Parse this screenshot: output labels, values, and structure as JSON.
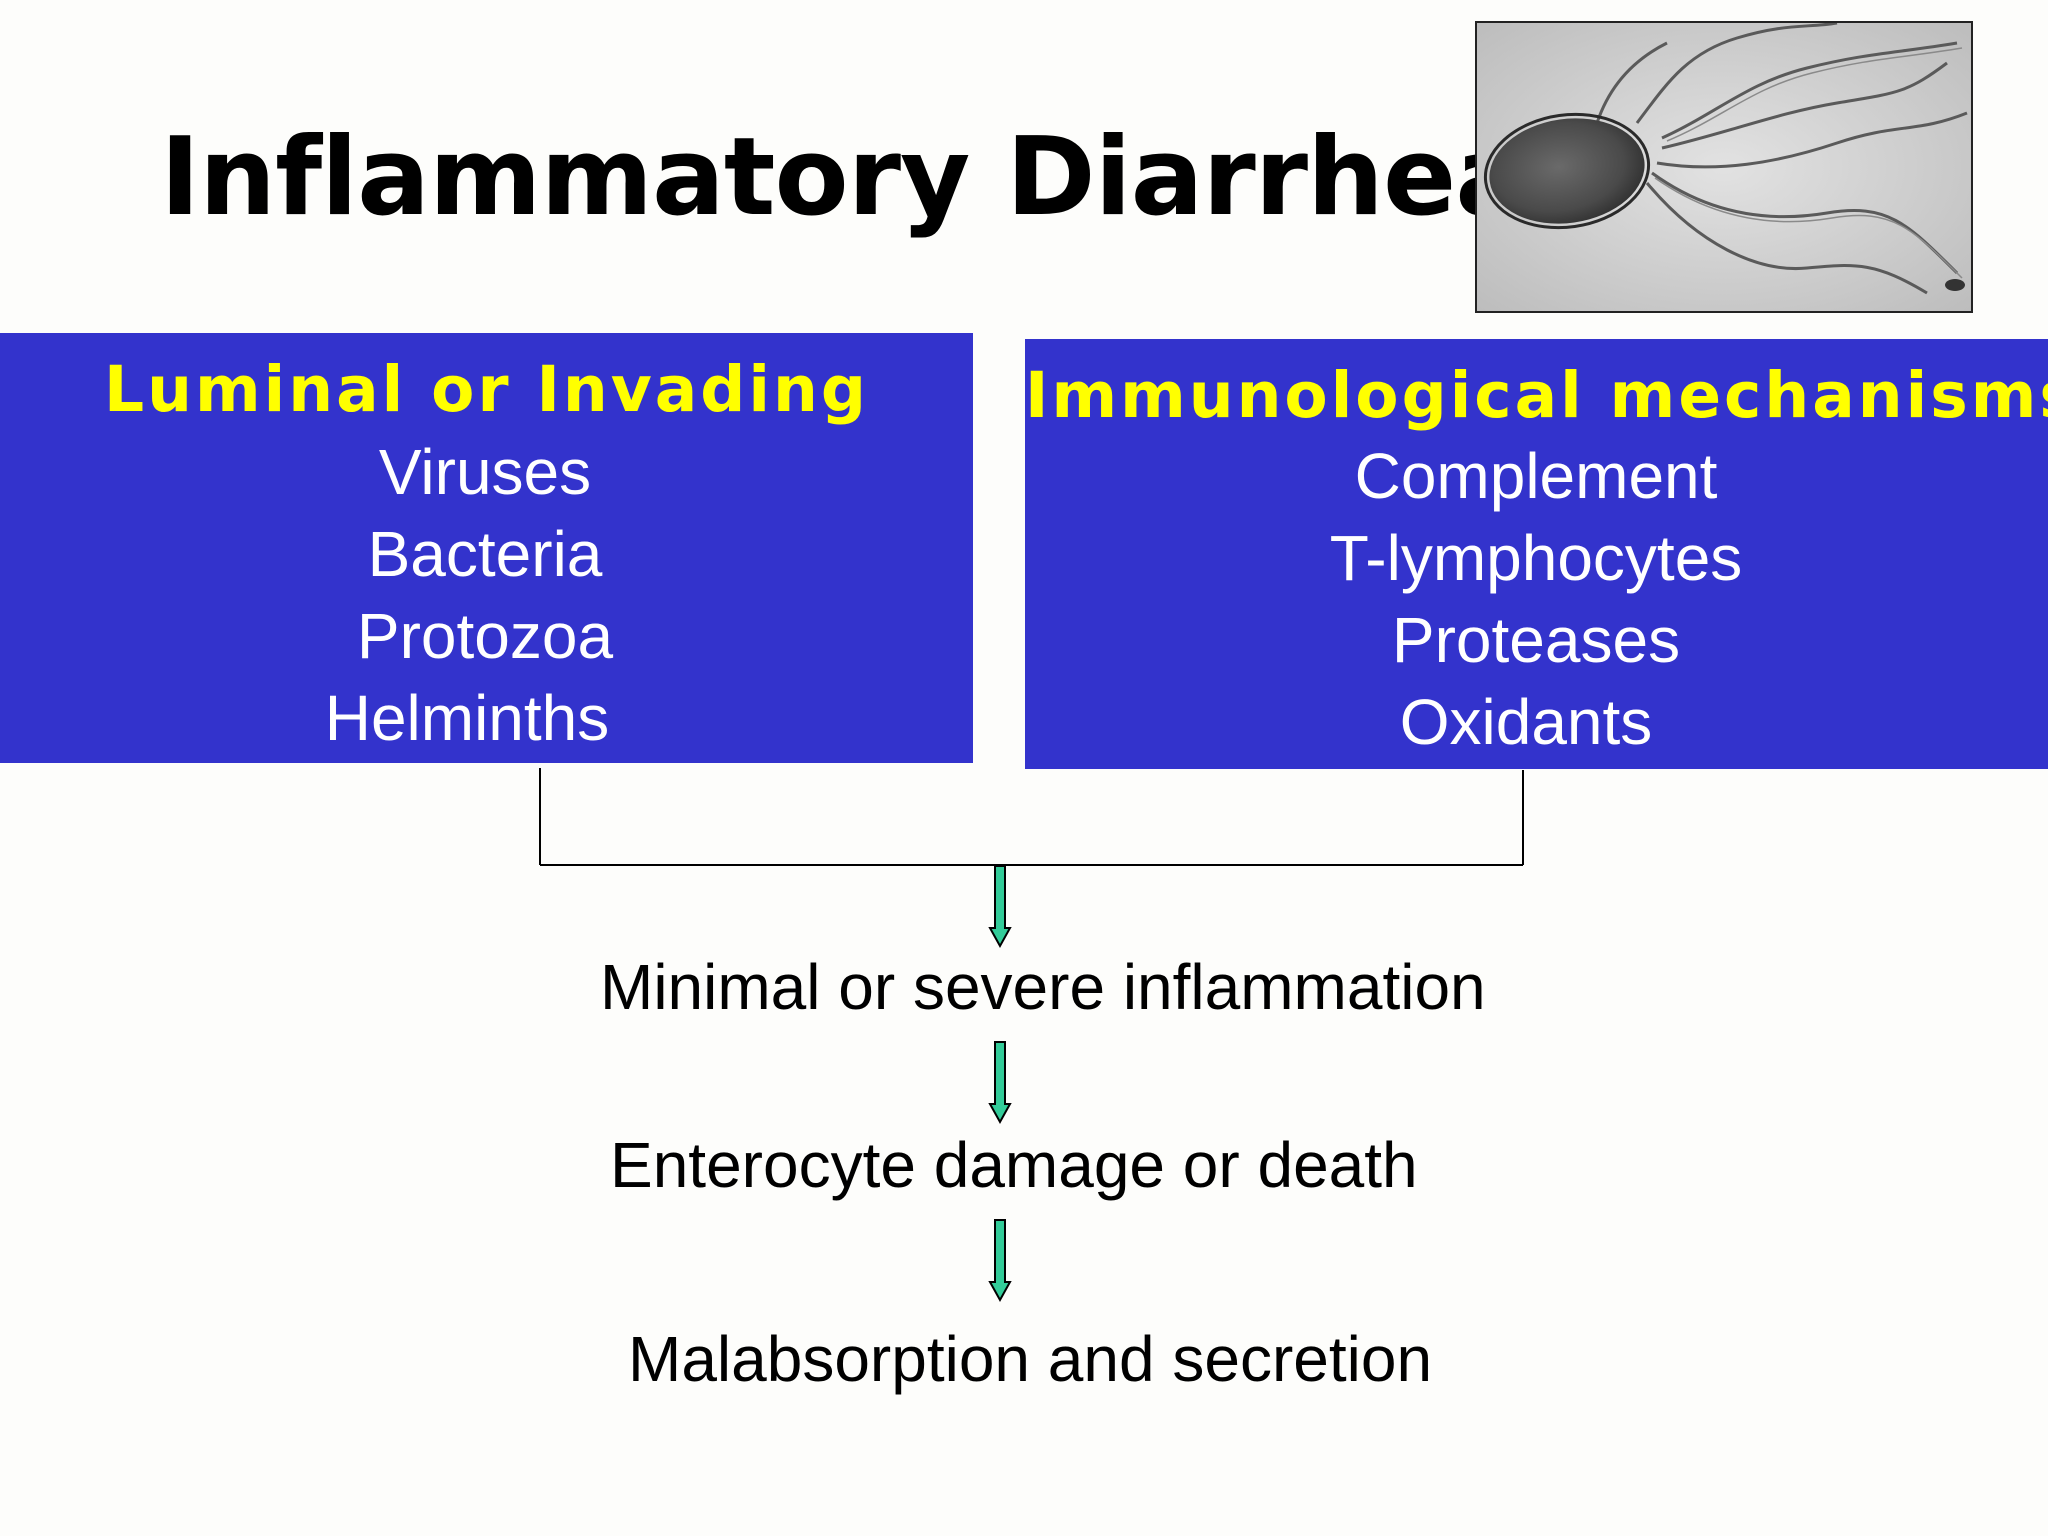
{
  "title": "Inflammatory Diarrhea",
  "image": {
    "icon": "bacterium-micrograph-icon"
  },
  "left_box": {
    "heading": "Luminal or Invading",
    "items": [
      "Viruses",
      "Bacteria",
      "Protozoa",
      "Helminths"
    ]
  },
  "right_box": {
    "heading": "Immunological mechanisms",
    "items": [
      "Complement",
      "T-lymphocytes",
      "Proteases",
      "Oxidants"
    ]
  },
  "flow": {
    "steps": [
      "Minimal or severe inflammation",
      "Enterocyte damage or death",
      "Malabsorption and secretion"
    ]
  },
  "colors": {
    "box_fill": "#3333cc",
    "heading_text": "#ffff00",
    "item_text": "#ffffff",
    "arrow_fill": "#33cc99"
  }
}
